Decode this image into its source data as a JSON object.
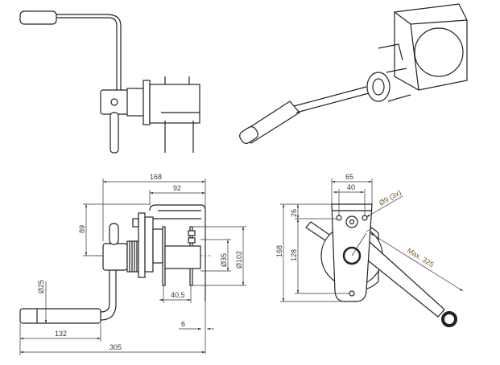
{
  "views": {
    "side": {
      "dims": {
        "overall_depth": "168",
        "frame_depth": "92",
        "axis_height": "89",
        "shaft_dia": "Ø35",
        "drum_dia": "Ø102",
        "drum_width": "40,5",
        "grip_dia": "Ø25",
        "grip_length": "132",
        "total_length": "305",
        "plate_thickness": "6"
      }
    },
    "front": {
      "dims": {
        "plate_width": "65",
        "hole_spacing": "40",
        "top_offset": "26",
        "plate_height": "168",
        "hole_vertical": "128",
        "hole_dia": "Ø9 (3x)",
        "handle_reach": "Max. 325"
      }
    }
  },
  "colors": {
    "line": "#222222",
    "dimension_text": "#3a3a3a",
    "note_text": "#7a5a2a"
  }
}
